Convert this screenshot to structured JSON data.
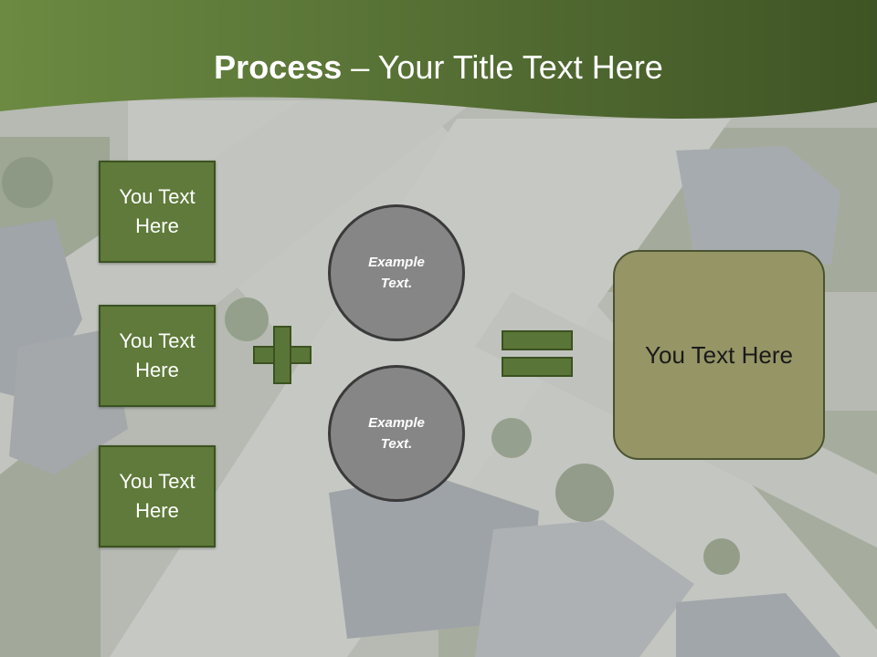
{
  "title": {
    "bold": "Process",
    "rest": " – Your Title Text Here"
  },
  "left_boxes": [
    {
      "label": "You Text Here"
    },
    {
      "label": "You Text Here"
    },
    {
      "label": "You Text Here"
    }
  ],
  "circles": [
    {
      "label": "Example Text."
    },
    {
      "label": "Example Text."
    }
  ],
  "result": {
    "label": "You Text Here"
  },
  "colors": {
    "header_green": "#4f6a2e",
    "box_green": "#5f7a3a",
    "circle_gray": "#868686",
    "result_olive": "#959566"
  },
  "icons": {
    "plus": "plus-icon",
    "equals": "equals-icon"
  }
}
